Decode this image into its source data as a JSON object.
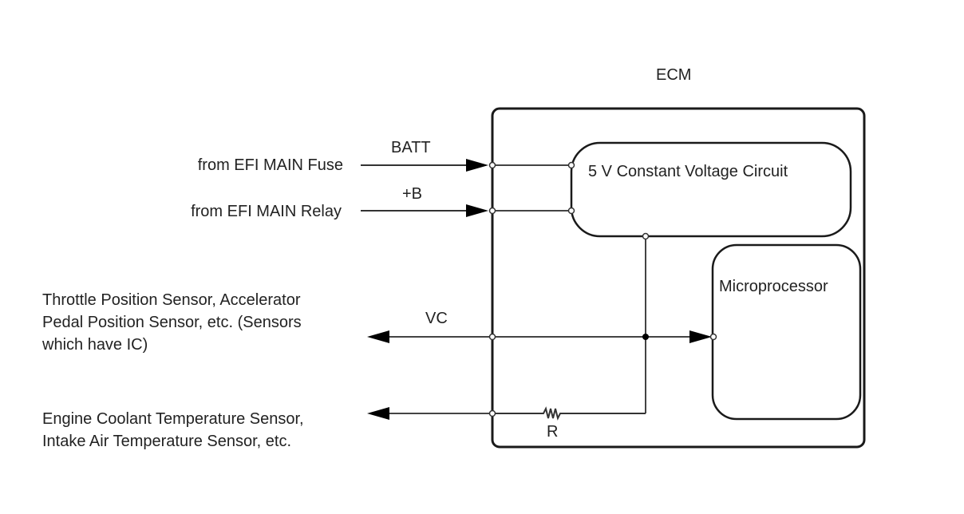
{
  "ecm": {
    "title": "ECM",
    "constant_voltage_circuit": "5 V Constant Voltage Circuit",
    "microprocessor": "Microprocessor",
    "resistor_label": "R"
  },
  "inputs": [
    {
      "source": "from EFI MAIN Fuse",
      "terminal": "BATT"
    },
    {
      "source": "from EFI MAIN Relay",
      "terminal": "+B"
    }
  ],
  "outputs": [
    {
      "terminal": "VC",
      "destination_lines": [
        "Throttle Position Sensor, Accelerator",
        "Pedal Position Sensor, etc. (Sensors",
        "which have IC)"
      ]
    },
    {
      "terminal": "",
      "destination_lines": [
        "Engine Coolant Temperature Sensor,",
        "Intake Air Temperature Sensor, etc."
      ]
    }
  ],
  "colors": {
    "line": "#1a1a1a",
    "wire": "#444444",
    "background": "#ffffff"
  }
}
